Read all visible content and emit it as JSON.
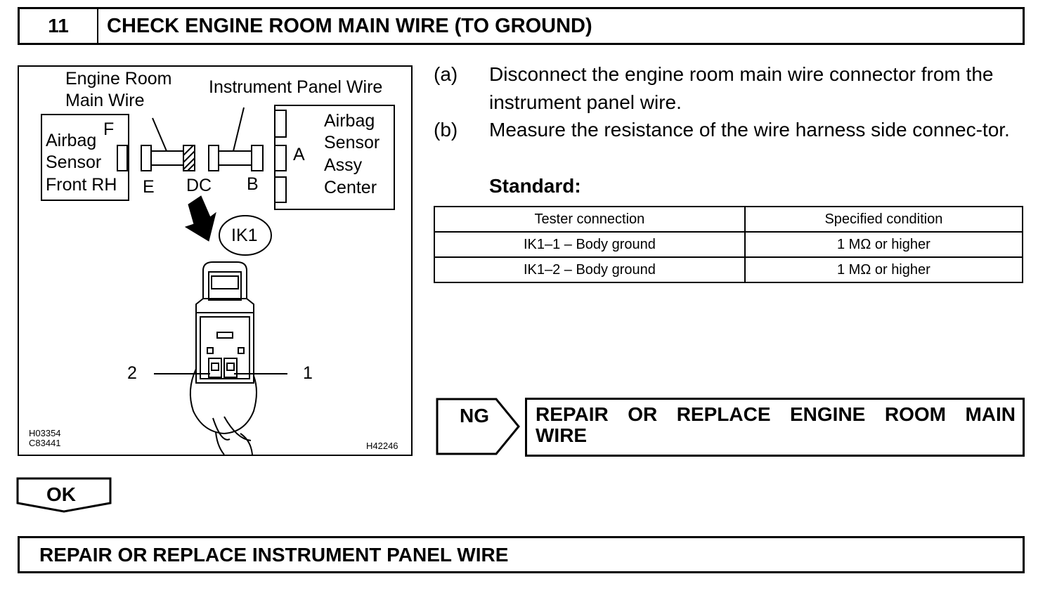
{
  "header": {
    "step_number": "11",
    "title": "CHECK ENGINE ROOM MAIN WIRE (TO GROUND)"
  },
  "figure": {
    "label_engine_room_1": "Engine Room",
    "label_engine_room_2": "Main Wire",
    "label_instrument_panel": "Instrument Panel Wire",
    "left_box_line1": "Airbag",
    "left_box_line2": "Sensor",
    "left_box_line3": "Front RH",
    "label_f": "F",
    "right_box_line1": "Airbag",
    "right_box_line2": "Sensor",
    "right_box_line3": "Assy",
    "right_box_line4": "Center",
    "label_a": "A",
    "label_e": "E",
    "label_dc": "DC",
    "label_b": "B",
    "connector_id": "IK1",
    "pin_2": "2",
    "pin_1": "1",
    "code_1": "H03354",
    "code_2": "C83441",
    "code_3": "H42246"
  },
  "steps": [
    {
      "letter": "(a)",
      "text": "Disconnect the engine room main wire connector from the instrument panel wire."
    },
    {
      "letter": "(b)",
      "text": "Measure the resistance of the wire harness side connec-tor."
    }
  ],
  "standard_label": "Standard:",
  "table": {
    "headers": [
      "Tester connection",
      "Specified condition"
    ],
    "rows": [
      [
        "IK1–1 – Body ground",
        "1 MΩ or higher"
      ],
      [
        "IK1–2 – Body ground",
        "1 MΩ or higher"
      ]
    ]
  },
  "ng": {
    "label": "NG",
    "action_line1": "REPAIR OR REPLACE ENGINE ROOM MAIN",
    "action_line2": "WIRE"
  },
  "ok": {
    "label": "OK"
  },
  "final_action": "REPAIR OR REPLACE INSTRUMENT PANEL WIRE"
}
